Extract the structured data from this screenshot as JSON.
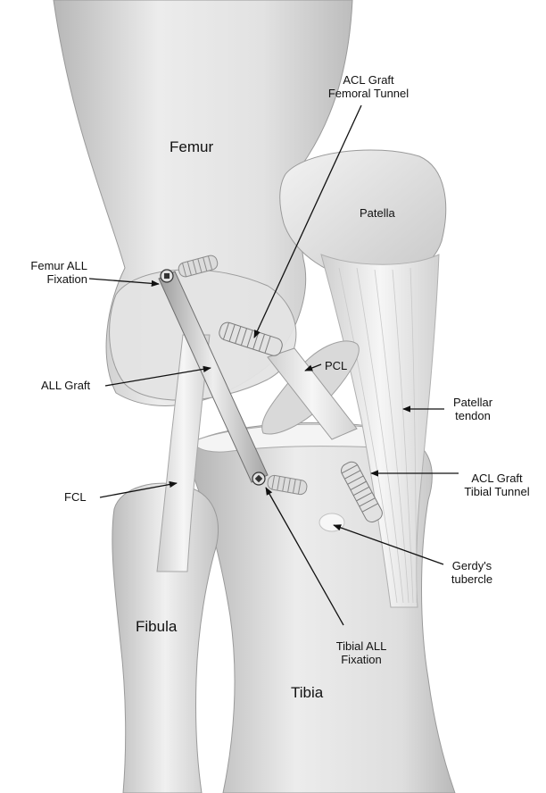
{
  "labels": {
    "femur": "Femur",
    "patella": "Patella",
    "fibula": "Fibula",
    "tibia": "Tibia",
    "pcl": "PCL",
    "fcl": "FCL",
    "all_graft": "ALL Graft",
    "femur_all_fixation": [
      "Femur ALL",
      "Fixation"
    ],
    "acl_graft_femoral_tunnel": [
      "ACL Graft",
      "Femoral Tunnel"
    ],
    "patellar_tendon": [
      "Patellar",
      "tendon"
    ],
    "acl_graft_tibial_tunnel": [
      "ACL Graft",
      "Tibial Tunnel"
    ],
    "gerdys_tubercle": [
      "Gerdy's",
      "tubercle"
    ],
    "tibial_all_fixation": [
      "Tibial ALL",
      "Fixation"
    ]
  },
  "colors": {
    "bone_light": "#f1f1f1",
    "bone_mid": "#d4d4d4",
    "bone_dark": "#a9a9a9",
    "ligament": "#e9e9e9",
    "outline": "#8a8a8a",
    "leader": "#111111"
  }
}
